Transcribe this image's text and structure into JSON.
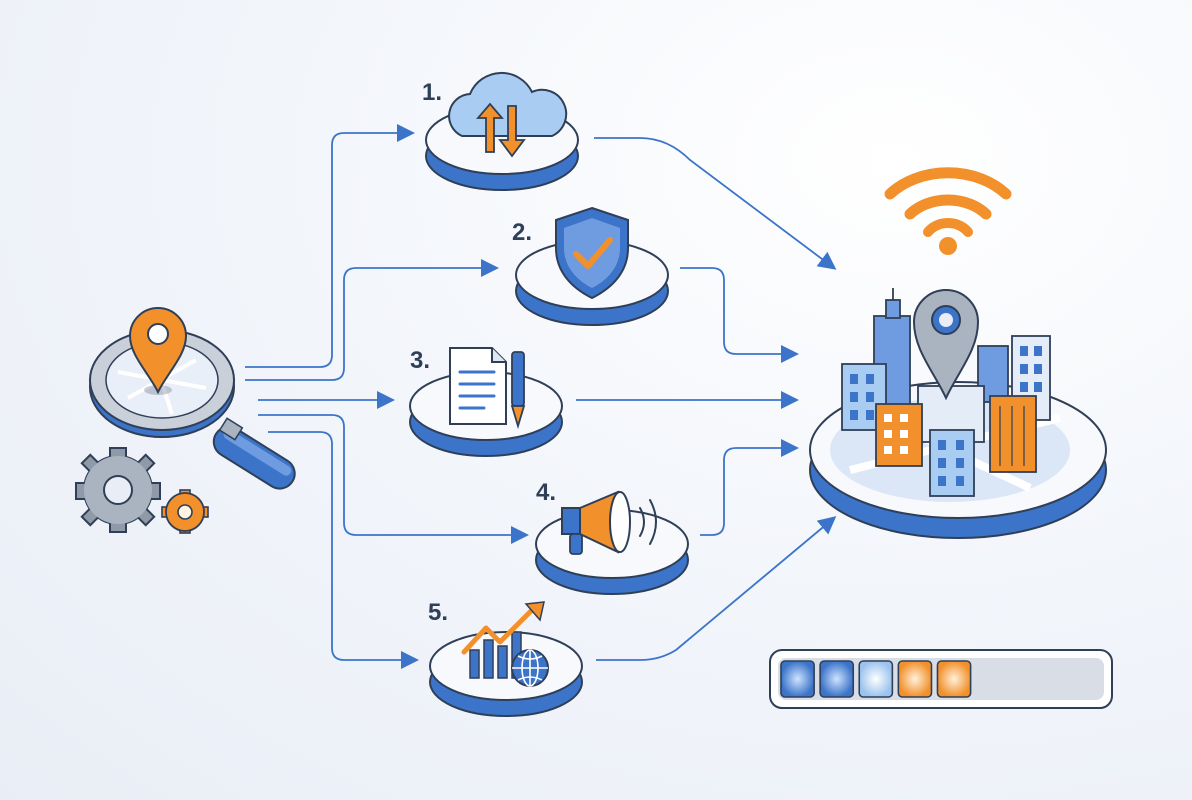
{
  "steps": [
    {
      "number": "1.",
      "icon": "cloud-sync-icon"
    },
    {
      "number": "2.",
      "icon": "shield-check-icon"
    },
    {
      "number": "3.",
      "icon": "document-pen-icon"
    },
    {
      "number": "4.",
      "icon": "megaphone-icon"
    },
    {
      "number": "5.",
      "icon": "growth-chart-globe-icon"
    }
  ],
  "source": {
    "icons": [
      "magnifier-icon",
      "location-pin-icon",
      "gear-icon",
      "gear-small-icon"
    ]
  },
  "destination": {
    "icons": [
      "wifi-icon",
      "location-pin-icon",
      "city-buildings-icon"
    ]
  },
  "progress": {
    "segments_total": 5,
    "segments_filled": 5,
    "fill_fraction": 0.6,
    "segment_colors": [
      "#3b74c9",
      "#3b74c9",
      "#9cc3ee",
      "#f2912c",
      "#f2912c"
    ]
  },
  "colors": {
    "accent_blue": "#3b74c9",
    "accent_orange": "#f2912c",
    "outline": "#2f3f57",
    "disc_top": "#f7f9fc",
    "track": "#d9dee6"
  }
}
